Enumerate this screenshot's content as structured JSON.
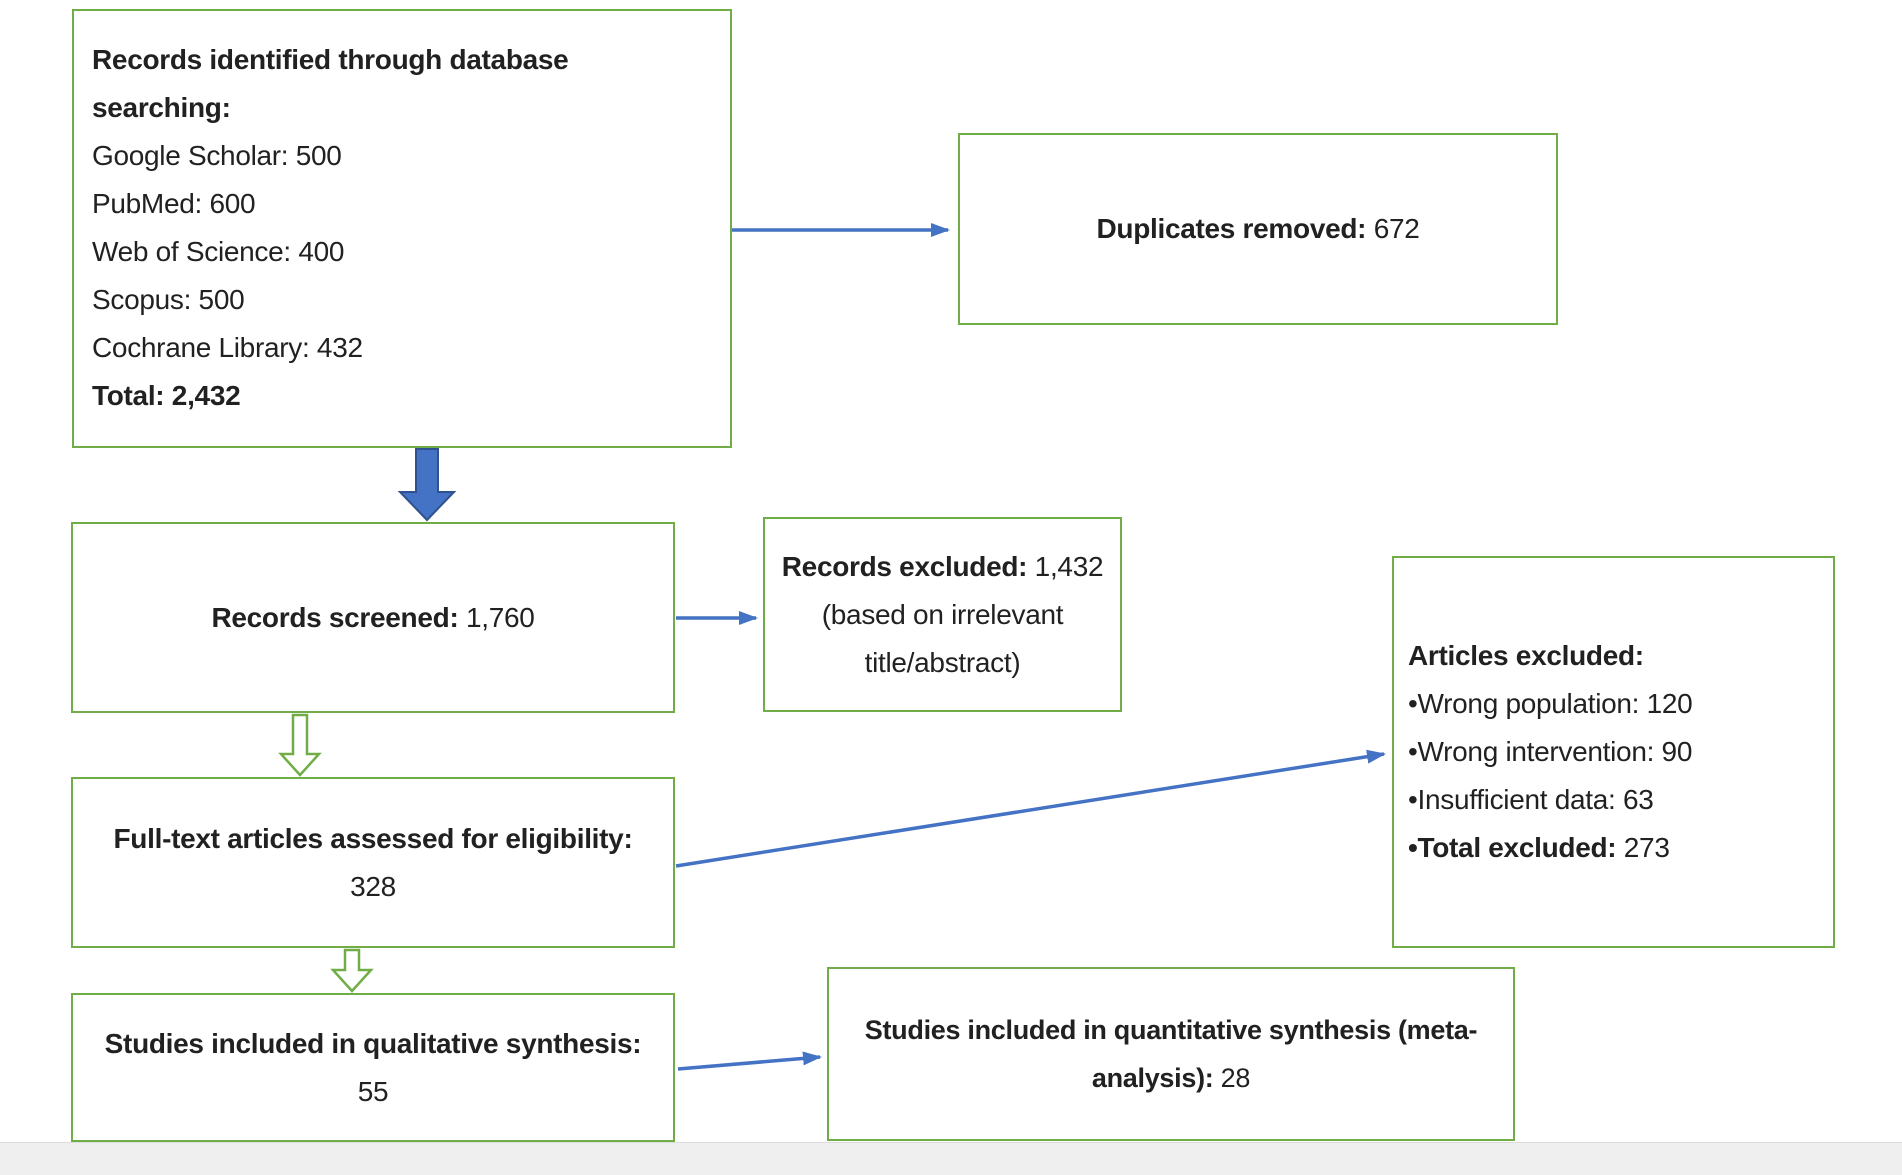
{
  "colors": {
    "box_border": "#70AD47",
    "arrow_blue": "#4472C4",
    "arrow_blue_dark": "#2F528F",
    "text": "#212121",
    "footer_strip": "#efefef"
  },
  "boxes": {
    "identified": {
      "heading": "Records identified through database searching:",
      "sources": [
        "Google Scholar: 500",
        "PubMed: 600",
        "Web of Science: 400",
        "Scopus: 500",
        "Cochrane Library: 432"
      ],
      "total": "Total: 2,432"
    },
    "duplicates": {
      "label": "Duplicates removed:",
      "value": "672"
    },
    "screened": {
      "label": "Records screened:",
      "value": "1,760"
    },
    "records_excluded": {
      "label": "Records excluded:",
      "detail": "1,432 (based on irrelevant title/abstract)"
    },
    "fulltext": {
      "label": "Full-text articles assessed for eligibility:",
      "value": "328"
    },
    "articles_excluded": {
      "heading": "Articles excluded:",
      "items": [
        "•Wrong population: 120",
        "•Wrong intervention: 90",
        "•Insufficient data: 63"
      ],
      "total_label": "•Total excluded:",
      "total_value": "273"
    },
    "qualitative": {
      "label": "Studies included in qualitative synthesis:",
      "value": "55"
    },
    "quantitative": {
      "label": "Studies included in quantitative synthesis (meta-analysis):",
      "value": "28"
    }
  }
}
